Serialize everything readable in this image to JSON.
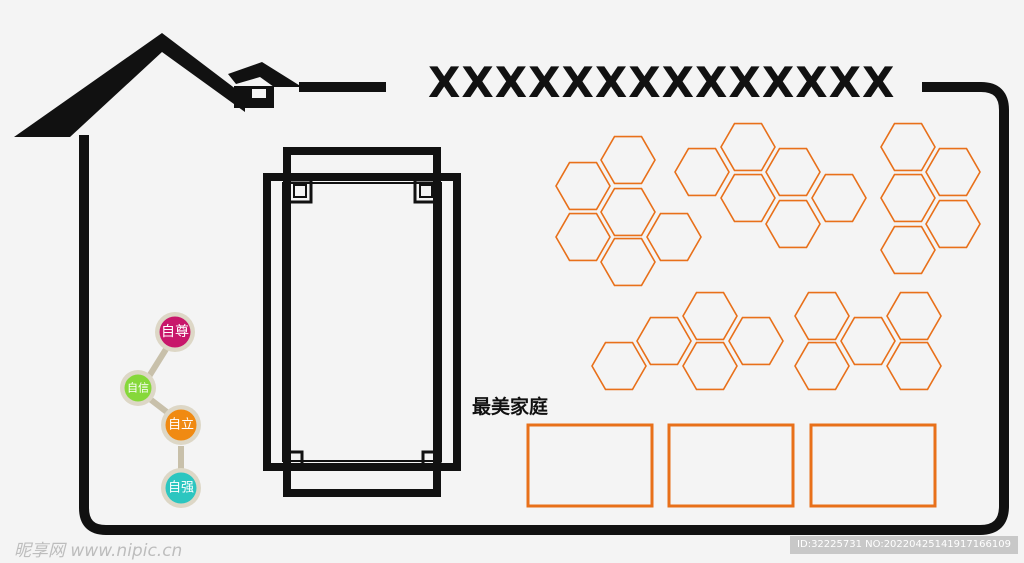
{
  "board": {
    "title": "XXXXXXXXXXXXXX",
    "section_heading": "最美家庭",
    "frame_color": "#111111",
    "accent_color": "#e8701a"
  },
  "values_chain": [
    {
      "label": "自尊",
      "color": "#c8176b"
    },
    {
      "label": "自信",
      "color": "#86d83a"
    },
    {
      "label": "自立",
      "color": "#f08a12"
    },
    {
      "label": "自强",
      "color": "#2cc6c0"
    }
  ],
  "watermark": {
    "site": "昵享网 www.nipic.cn",
    "id_text": "ID:32225731 NO:20220425141917166109"
  }
}
